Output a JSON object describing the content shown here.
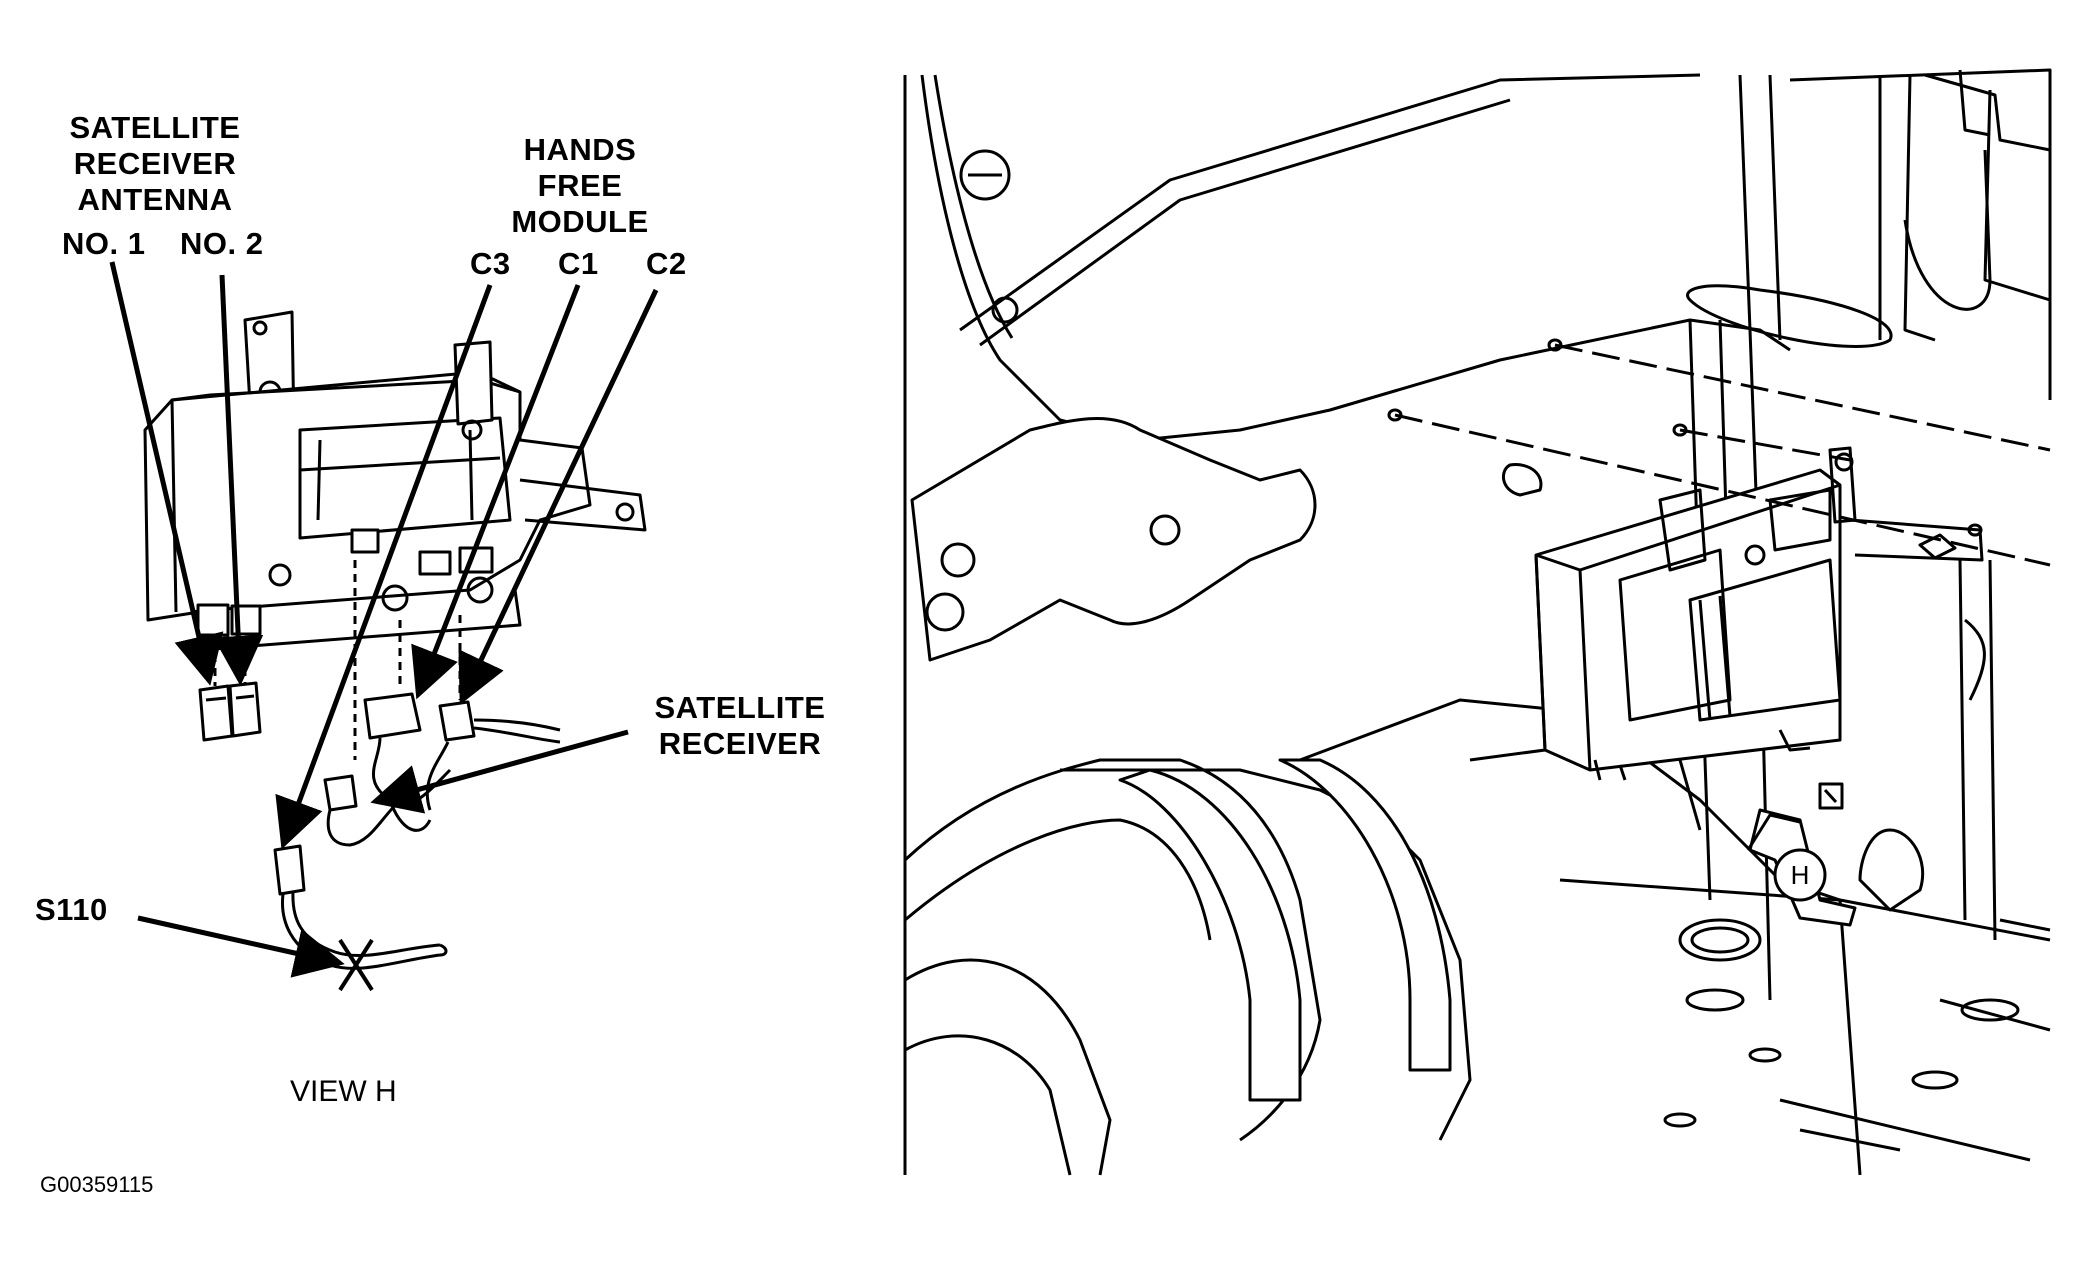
{
  "labels": {
    "sat_antenna_title_1": "SATELLITE",
    "sat_antenna_title_2": "RECEIVER",
    "sat_antenna_title_3": "ANTENNA",
    "no1": "NO. 1",
    "no2": "NO. 2",
    "hfm_1": "HANDS",
    "hfm_2": "FREE",
    "hfm_3": "MODULE",
    "c3": "C3",
    "c1": "C1",
    "c2": "C2",
    "sat_receiver_1": "SATELLITE",
    "sat_receiver_2": "RECEIVER",
    "s110": "S110",
    "view_h": "VIEW H",
    "figure_id": "G00359115",
    "view_callout": "H"
  }
}
